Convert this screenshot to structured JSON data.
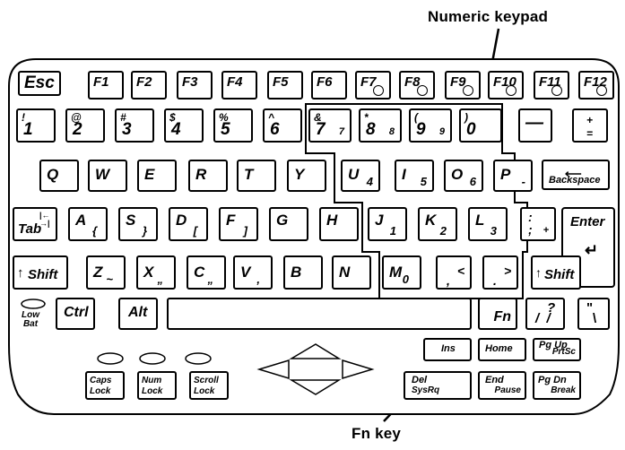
{
  "callouts": {
    "numeric_keypad": "Numeric keypad",
    "fn_key": "Fn key"
  },
  "row_fn": {
    "esc": "Esc",
    "f": [
      "F1",
      "F2",
      "F3",
      "F4",
      "F5",
      "F6",
      "F7",
      "F8",
      "F9",
      "F10",
      "F11",
      "F12"
    ]
  },
  "row_num": [
    {
      "top": "!",
      "main": "1"
    },
    {
      "top": "@",
      "main": "2"
    },
    {
      "top": "#",
      "main": "3"
    },
    {
      "top": "$",
      "main": "4"
    },
    {
      "top": "%",
      "main": "5"
    },
    {
      "top": "^",
      "main": "6"
    },
    {
      "top": "&",
      "main": "7",
      "sub": "7"
    },
    {
      "top": "*",
      "main": "8",
      "sub": "8"
    },
    {
      "top": "(",
      "main": "9",
      "sub": "9"
    },
    {
      "top": ")",
      "main": "0"
    }
  ],
  "minus_key": "—",
  "plus_key": {
    "top": "+",
    "bottom": "="
  },
  "row_q": [
    {
      "main": "Q"
    },
    {
      "main": "W"
    },
    {
      "main": "E"
    },
    {
      "main": "R"
    },
    {
      "main": "T"
    },
    {
      "main": "Y"
    },
    {
      "main": "U",
      "sub": "4"
    },
    {
      "main": "I",
      "sub": "5"
    },
    {
      "main": "O",
      "sub": "6"
    },
    {
      "main": "P",
      "sub": "-"
    }
  ],
  "backspace": "Backspace",
  "row_a": [
    {
      "main": "A",
      "sub": "{"
    },
    {
      "main": "S",
      "sub": "}"
    },
    {
      "main": "D",
      "sub": "["
    },
    {
      "main": "F",
      "sub": "]"
    },
    {
      "main": "G"
    },
    {
      "main": "H"
    },
    {
      "main": "J",
      "sub": "1"
    },
    {
      "main": "K",
      "sub": "2"
    },
    {
      "main": "L",
      "sub": "3"
    }
  ],
  "semicolon_key": {
    "top": ":",
    "bottom": ";",
    "sub": "+"
  },
  "tab": "Tab",
  "enter": "Enter",
  "row_z": [
    {
      "main": "Z",
      "sub": "~"
    },
    {
      "main": "X",
      "sub": "„"
    },
    {
      "main": "C",
      "sub": "„"
    },
    {
      "main": "V",
      "sub": ","
    },
    {
      "main": "B"
    },
    {
      "main": "N"
    },
    {
      "main": "M",
      "sub": "0"
    }
  ],
  "comma_key": {
    "top": "<",
    "bottom": ","
  },
  "period_key": {
    "top": ">",
    "bottom": "."
  },
  "shift": "Shift",
  "bottom_row": {
    "low_bat": [
      "Low",
      "Bat"
    ],
    "ctrl": "Ctrl",
    "alt": "Alt",
    "fn": "Fn",
    "slash_key": {
      "top": "?",
      "bottom": "/  /"
    },
    "quote_key": {
      "top": "\"",
      "bottom": "\\"
    }
  },
  "locks": [
    [
      "Caps",
      "Lock"
    ],
    [
      "Num",
      "Lock"
    ],
    [
      "Scroll",
      "Lock"
    ]
  ],
  "nav": {
    "ins": "Ins",
    "home": "Home",
    "pgup": "Pg Up",
    "pgup_sub": "PrtSc",
    "del": "Del",
    "del_sub": "SysRq",
    "end": "End",
    "end_sub": "Pause",
    "pgdn": "Pg Dn",
    "pgdn_sub": "Break"
  }
}
